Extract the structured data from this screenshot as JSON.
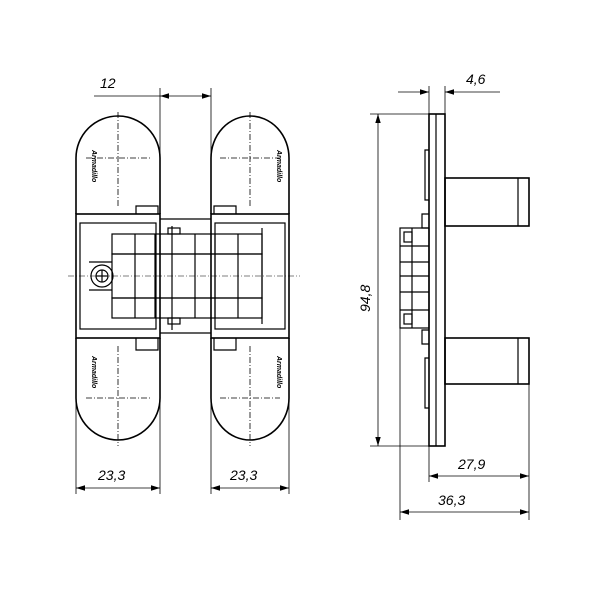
{
  "dimensions": {
    "top_offset": "12",
    "flange_thickness": "4,6",
    "height": "94,8",
    "left_width": "23,3",
    "right_width": "23,3",
    "body_depth": "27,9",
    "total_depth": "36,3"
  },
  "brand": {
    "left_top": "Armadillo",
    "right_top": "Armadillo",
    "left_bottom": "Armadillo",
    "right_bottom": "Armadillo"
  }
}
